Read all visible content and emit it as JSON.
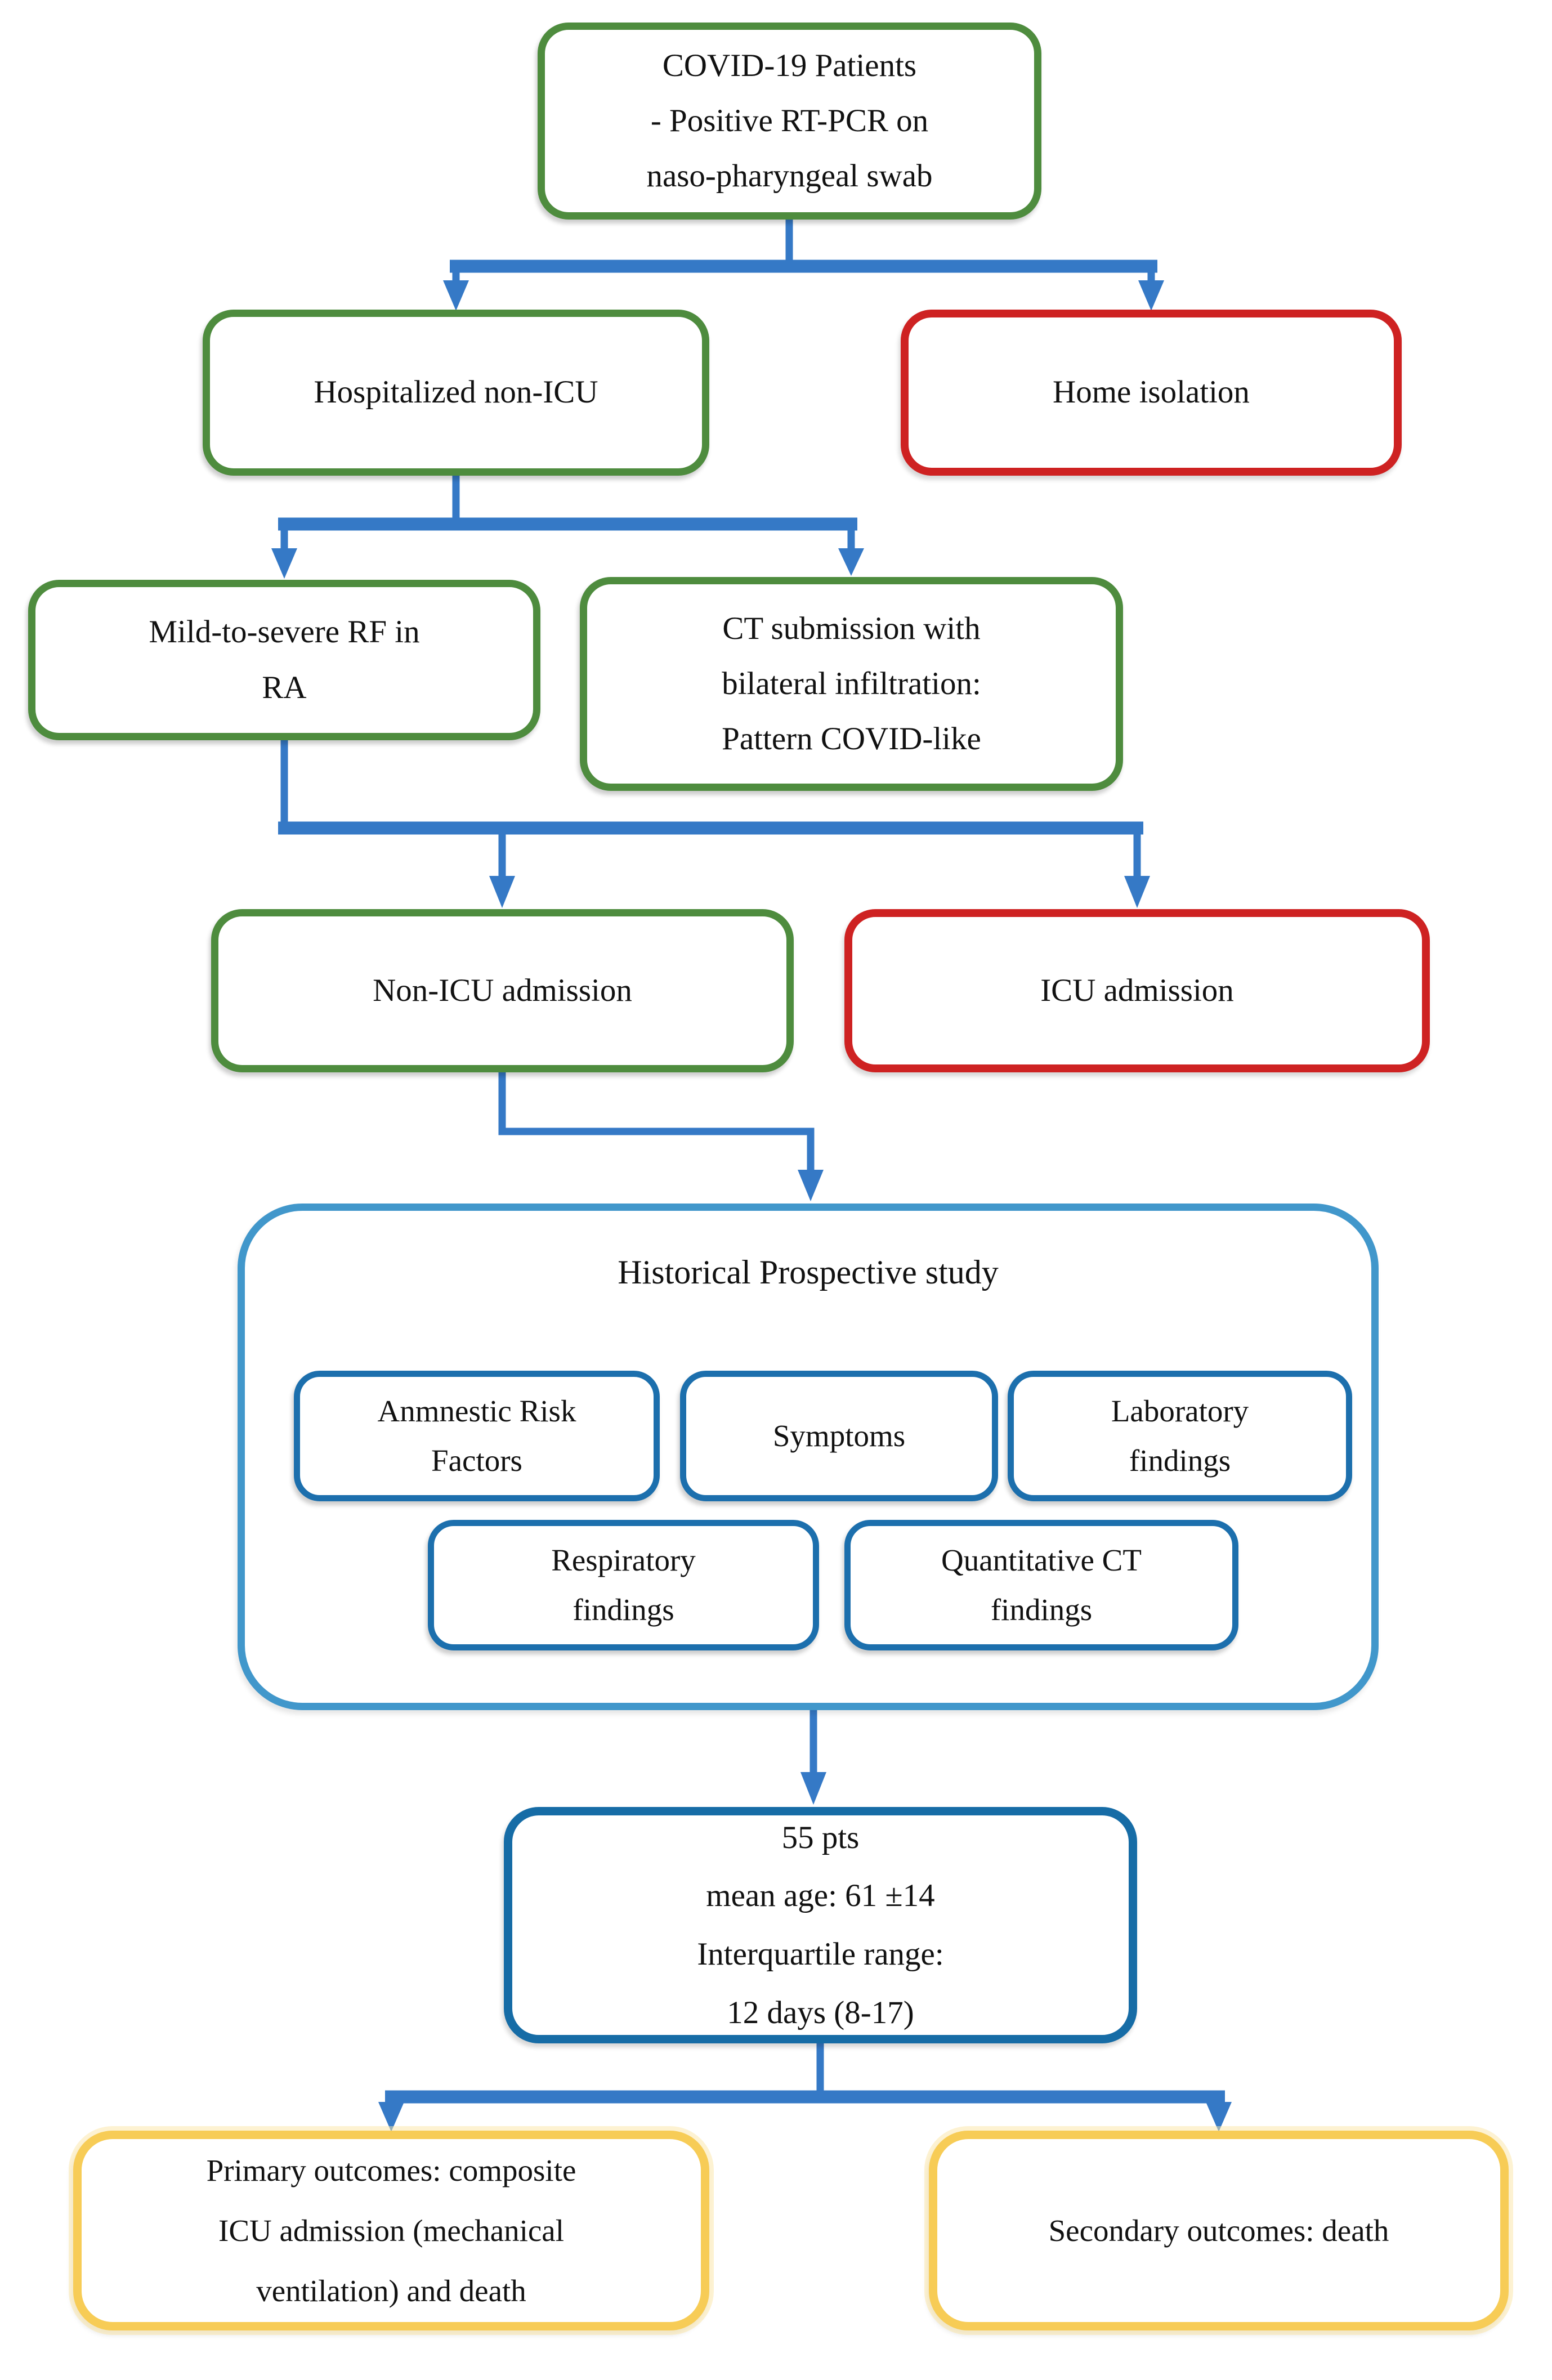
{
  "figure": {
    "type": "flowchart",
    "description": "COVID-19 patient study flow diagram"
  },
  "colors": {
    "green_border": "#4E8C3E",
    "red_border": "#CE2222",
    "connector_blue": "#3579C6",
    "container_blue": "#4197CB",
    "inner_blue": "#1C6FAD",
    "stats_blue": "#166CA6",
    "yellow_border": "#F7CC56",
    "text": "#111111",
    "background": "#FFFFFF"
  },
  "nodes": {
    "covid_patients": {
      "lines": [
        "COVID-19 Patients",
        "- Positive RT-PCR on",
        "naso-pharyngeal swab"
      ]
    },
    "hospitalized_non_icu": {
      "lines": [
        "Hospitalized non-ICU"
      ]
    },
    "home_isolation": {
      "lines": [
        "Home isolation"
      ]
    },
    "mild_to_severe_rf": {
      "lines": [
        "Mild-to-severe RF in",
        "RA"
      ]
    },
    "ct_submission": {
      "lines": [
        "CT submission with",
        "bilateral infiltration:",
        "Pattern COVID-like"
      ]
    },
    "non_icu_admission": {
      "lines": [
        "Non-ICU admission"
      ]
    },
    "icu_admission": {
      "lines": [
        "ICU admission"
      ]
    },
    "historical_prospective_study": {
      "title": "Historical Prospective study"
    },
    "anmnestic_risk_factors": {
      "lines": [
        "Anmnestic Risk",
        "Factors"
      ]
    },
    "symptoms": {
      "lines": [
        "Symptoms"
      ]
    },
    "laboratory_findings": {
      "lines": [
        "Laboratory",
        "findings"
      ]
    },
    "respiratory_findings": {
      "lines": [
        "Respiratory",
        "findings"
      ]
    },
    "quantitative_ct_findings": {
      "lines": [
        "Quantitative CT",
        "findings"
      ]
    },
    "cohort_stats": {
      "lines": [
        "55 pts",
        "mean age: 61 ±14",
        "Interquartile range:",
        "12 days (8-17)"
      ]
    },
    "primary_outcomes": {
      "lines": [
        "Primary outcomes: composite",
        "ICU admission (mechanical",
        "ventilation) and death"
      ]
    },
    "secondary_outcomes": {
      "lines": [
        "Secondary outcomes: death"
      ]
    }
  }
}
